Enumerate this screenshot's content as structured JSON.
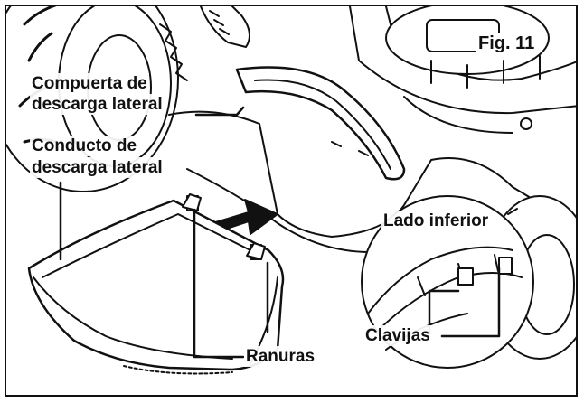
{
  "figure": {
    "fig_label": "Fig. 11",
    "labels": {
      "compuerta_line1": "Compuerta de",
      "compuerta_line2": "descarga lateral",
      "conducto_line1": "Conducto de",
      "conducto_line2": "descarga lateral",
      "lado_inferior": "Lado inferior",
      "ranuras": "Ranuras",
      "clavijas": "Clavijas"
    }
  }
}
